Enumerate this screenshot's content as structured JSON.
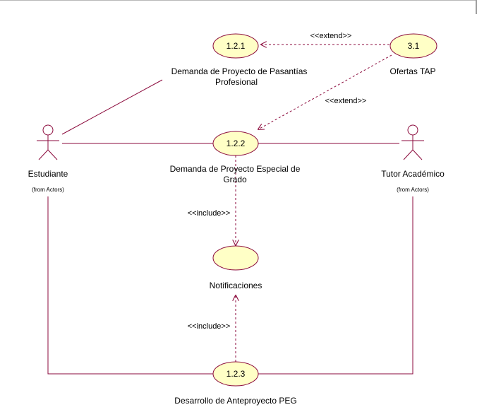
{
  "use_cases": [
    {
      "id": "uc-1-2-1",
      "number": "1.2.1",
      "label_lines": [
        "Demanda de Proyecto de Pasantías",
        "Profesional"
      ]
    },
    {
      "id": "uc-3-1",
      "number": "3.1",
      "label_lines": [
        "Ofertas TAP"
      ]
    },
    {
      "id": "uc-1-2-2",
      "number": "1.2.2",
      "label_lines": [
        "Demanda de Proyecto Especial de",
        "Grado"
      ]
    },
    {
      "id": "uc-notificaciones",
      "number": "",
      "label_lines": [
        "Notificaciones"
      ]
    },
    {
      "id": "uc-1-2-3",
      "number": "1.2.3",
      "label_lines": [
        "Desarrollo de Anteproyecto PEG"
      ]
    }
  ],
  "actors": [
    {
      "id": "actor-estudiante",
      "name": "Estudiante",
      "subtitle": "(from Actors)"
    },
    {
      "id": "actor-tutor",
      "name": "Tutor Académico",
      "subtitle": "(from Actors)"
    }
  ],
  "stereotypes": {
    "extend_1": "<<extend>>",
    "extend_2": "<<extend>>",
    "include_1": "<<include>>",
    "include_2": "<<include>>"
  },
  "colors": {
    "usecase_fill": "#ffffc6",
    "usecase_stroke": "#8b0a3c",
    "line": "#8b0a3c",
    "actor_stroke": "#8b0a3c"
  }
}
